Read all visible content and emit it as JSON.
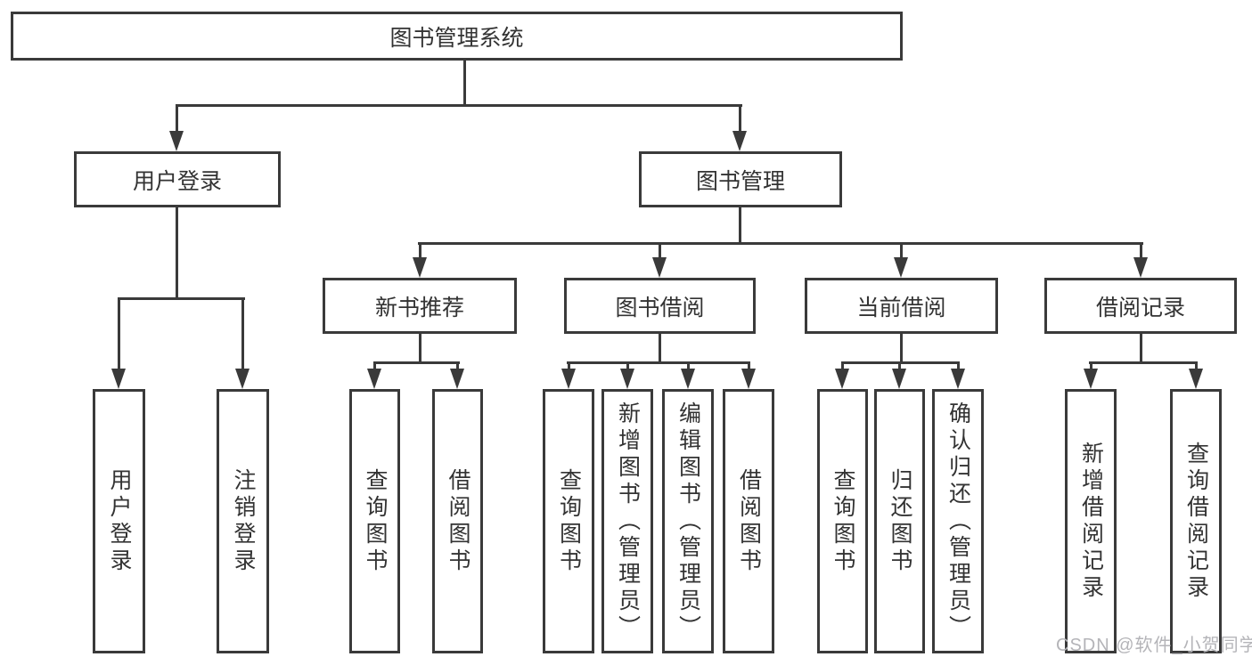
{
  "tree": {
    "root": {
      "label": "图书管理系统"
    },
    "branches": [
      {
        "label": "用户登录",
        "children": [
          {
            "label": "用户登录"
          },
          {
            "label": "注销登录"
          }
        ]
      },
      {
        "label": "图书管理",
        "children": [
          {
            "label": "新书推荐",
            "children": [
              {
                "label": "查询图书"
              },
              {
                "label": "借阅图书"
              }
            ]
          },
          {
            "label": "图书借阅",
            "children": [
              {
                "label": "查询图书"
              },
              {
                "label": "新增图书（管理员）"
              },
              {
                "label": "编辑图书（管理员）"
              },
              {
                "label": "借阅图书"
              }
            ]
          },
          {
            "label": "当前借阅",
            "children": [
              {
                "label": "查询图书"
              },
              {
                "label": "归还图书"
              },
              {
                "label": "确认归还（管理员）"
              }
            ]
          },
          {
            "label": "借阅记录",
            "children": [
              {
                "label": "新增借阅记录"
              },
              {
                "label": "查询借阅记录"
              }
            ]
          }
        ]
      }
    ]
  },
  "watermark": {
    "text": "CSDN @软件_小贺同学"
  },
  "colors": {
    "line": "#3a3a3a",
    "text": "#333333",
    "watermark": "#b4b4b8",
    "background": "#ffffff"
  }
}
